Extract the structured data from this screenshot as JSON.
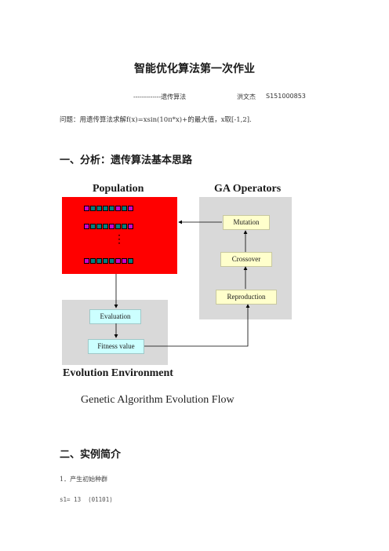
{
  "doc": {
    "title": "智能优化算法第一次作业",
    "subtitle_dashes": "-------------遗传算法",
    "author": "洪文杰",
    "student_id": "S151000853",
    "question": "问题：用遗传算法求解f(x)=xsin(10π*x)+的最大值，x取[-1,2].",
    "section1": "一、分析：遗传算法基本思路",
    "section2": "二、实例简介",
    "step1": "1．产生初始种群",
    "sample_line": "s1= 13  (01101)"
  },
  "diagram": {
    "population_title": "Population",
    "operators_title": "GA Operators",
    "mutation": "Mutation",
    "crossover": "Crossover",
    "reproduction": "Reproduction",
    "evaluation": "Evaluation",
    "fitness": "Fitness value",
    "env_title": "Evolution Environment",
    "caption": "Genetic Algorithm Evolution Flow",
    "ellipsis": "⋮",
    "colors": {
      "population_bg": "#ff0000",
      "panel_bg": "#d9d9d9",
      "op_box": "#ffffcc",
      "eval_box": "#ccffff",
      "gene_a": "#cc00cc",
      "gene_b": "#008080"
    },
    "chromosomes": [
      [
        "a",
        "b",
        "b",
        "b",
        "b",
        "a",
        "b",
        "a"
      ],
      [
        "a",
        "b",
        "b",
        "b",
        "a",
        "b",
        "b",
        "a"
      ],
      [
        "a",
        "b",
        "b",
        "b",
        "b",
        "a",
        "a",
        "b"
      ]
    ]
  }
}
